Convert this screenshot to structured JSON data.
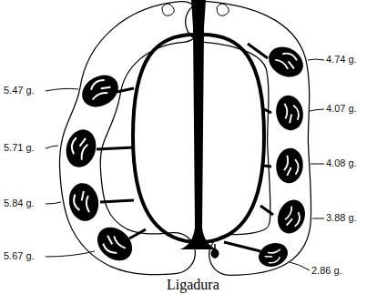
{
  "diagram": {
    "caption": "Ligadura",
    "labels": [
      "5.47 g.",
      "5.71 g.",
      "5.84 g.",
      "5.67 g.",
      "4.74 g.",
      "4.07 g.",
      "4.08 g.",
      "3.88 g.",
      "2.86 g."
    ]
  }
}
